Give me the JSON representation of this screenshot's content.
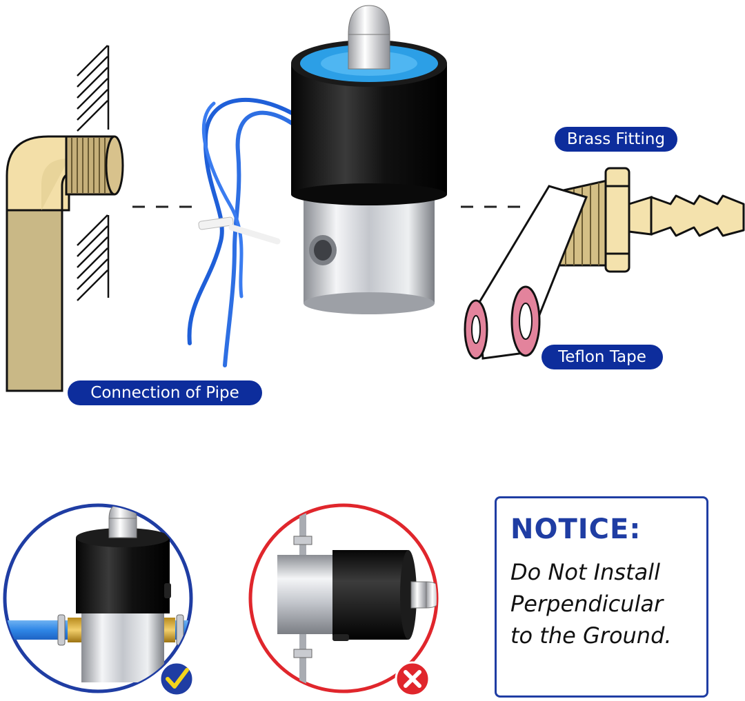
{
  "labels": {
    "brass_fitting": "Brass Fitting",
    "teflon_tape": "Teflon Tape",
    "connection_of_pipe": "Connection of Pipe"
  },
  "notice": {
    "title": "NOTICE:",
    "lines": [
      "Do Not Install",
      "Perpendicular",
      "to the Ground."
    ]
  },
  "colors": {
    "label_pill": "#0d2d9c",
    "notice_blue": "#1f3da3",
    "correct_ring": "#1f3da3",
    "wrong_ring": "#e0262c",
    "brass": "#d4c394",
    "pipe_light": "#f3dfa8",
    "wire_blue": "#1f5fd8",
    "tape_pink": "#e3839c"
  },
  "icons": {
    "correct": "checkmark-icon",
    "wrong": "x-mark-icon"
  }
}
